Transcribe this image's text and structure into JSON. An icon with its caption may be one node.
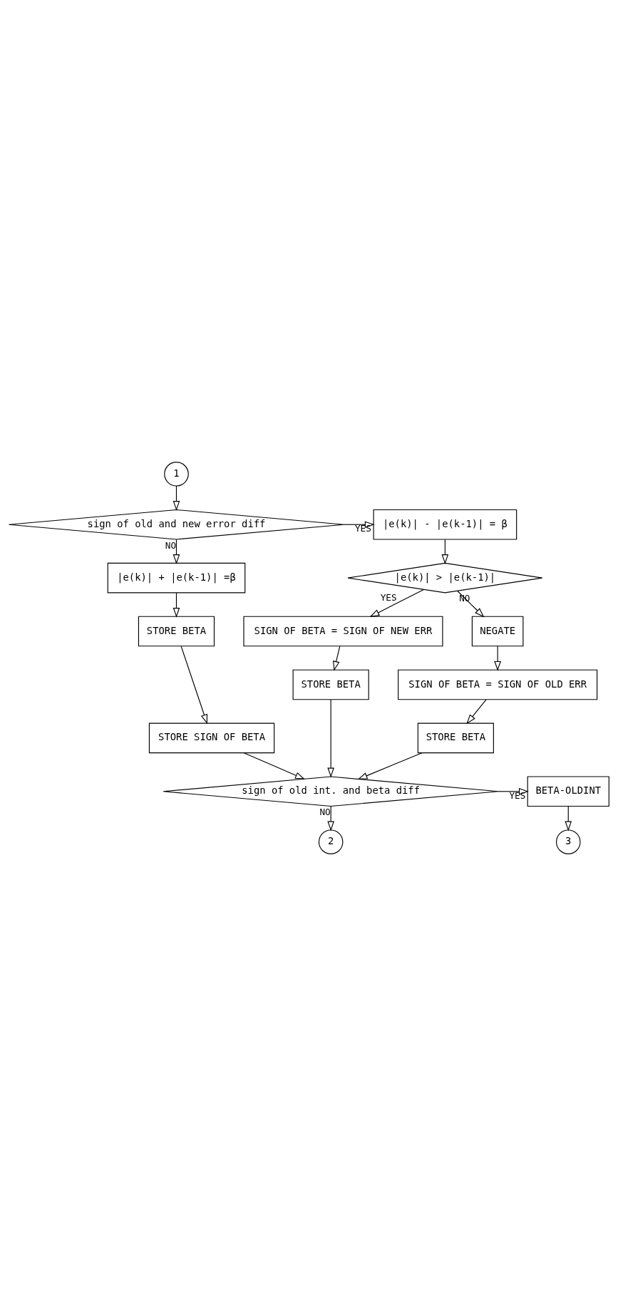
{
  "diagram": {
    "nodes": [
      {
        "text": [
          "1"
        ]
      },
      {
        "text": [
          "sign of old and new error diff"
        ]
      },
      {
        "text": [
          "|e(k)| - |e(k-1)| = β"
        ]
      },
      {
        "text": [
          "|e(k)| + |e(k-1)| =β"
        ]
      },
      {
        "text": [
          "|e(k)| > |e(k-1)|"
        ]
      },
      {
        "text": [
          "STORE BETA"
        ]
      },
      {
        "text": [
          "SIGN OF BETA = SIGN OF NEW ERR"
        ]
      },
      {
        "text": [
          "STORE SIGN OF BETA"
        ]
      },
      {
        "text": [
          "STORE BETA"
        ]
      },
      {
        "text": [
          "NEGATE"
        ]
      },
      {
        "text": [
          "SIGN OF BETA = SIGN OF OLD ERR"
        ]
      },
      {
        "text": [
          "STORE BETA"
        ]
      },
      {
        "text": [
          "sign of old int. and beta diff"
        ]
      },
      {
        "text": [
          "BETA-OLDINT"
        ]
      },
      {
        "text": [
          "3"
        ]
      },
      {
        "text": [
          "2"
        ]
      }
    ],
    "edges": [
      {
        "from": 0,
        "to": 1,
        "arrow": "to"
      },
      {
        "from": 1,
        "to": 2,
        "arrow": "to",
        "label": "YES"
      },
      {
        "from": 1,
        "to": 3,
        "arrow": "to",
        "label": "NO"
      },
      {
        "from": 2,
        "to": 4,
        "arrow": "to"
      },
      {
        "from": 3,
        "to": 5,
        "arrow": "to"
      },
      {
        "from": 4,
        "to": 6,
        "arrow": "to",
        "label": "YES"
      },
      {
        "from": 4,
        "to": 9,
        "arrow": "to",
        "label": "NO"
      },
      {
        "from": 5,
        "to": 7,
        "arrow": "to"
      },
      {
        "from": 6,
        "to": 8,
        "arrow": "to"
      },
      {
        "from": 7,
        "to": 12,
        "arrow": "to"
      },
      {
        "from": 8,
        "to": 12,
        "arrow": "to"
      },
      {
        "from": 9,
        "to": 10,
        "arrow": "to"
      },
      {
        "from": 10,
        "to": 11,
        "arrow": "to"
      },
      {
        "from": 11,
        "to": 12,
        "arrow": "to"
      },
      {
        "from": 12,
        "to": 13,
        "arrow": "to",
        "label": "YES"
      },
      {
        "from": 12,
        "to": 15,
        "arrow": "to",
        "label": "NO"
      },
      {
        "from": 13,
        "to": 14,
        "arrow": "to"
      }
    ]
  }
}
